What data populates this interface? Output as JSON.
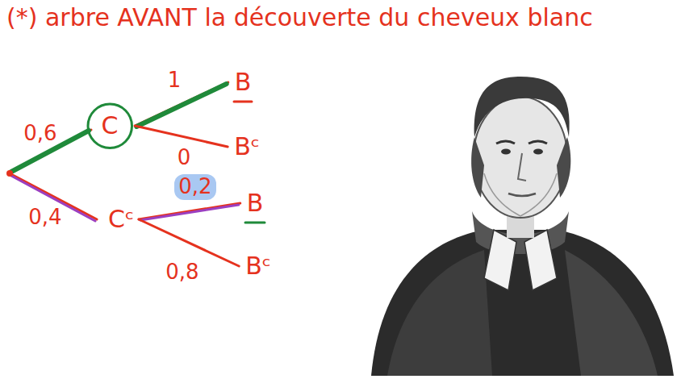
{
  "diagram": {
    "title": "(*) arbre AVANT la découverte du cheveux blanc",
    "nodes": [
      {
        "text": [
          "C"
        ]
      },
      {
        "text": [
          "Cᶜ"
        ]
      },
      {
        "text": [
          "B"
        ]
      },
      {
        "text": [
          "Bᶜ"
        ]
      },
      {
        "text": [
          "B"
        ]
      },
      {
        "text": [
          "Bᶜ"
        ]
      }
    ],
    "edges": [
      {
        "from": 0,
        "to": 2,
        "label": "1",
        "arrow": "none"
      },
      {
        "from": 0,
        "to": 3,
        "label": "0",
        "arrow": "none"
      },
      {
        "from": 1,
        "to": 4,
        "label": "0,2",
        "arrow": "none"
      },
      {
        "from": 1,
        "to": 5,
        "label": "0,8",
        "arrow": "none"
      }
    ],
    "labels": [
      "0,6",
      "0,4"
    ]
  }
}
